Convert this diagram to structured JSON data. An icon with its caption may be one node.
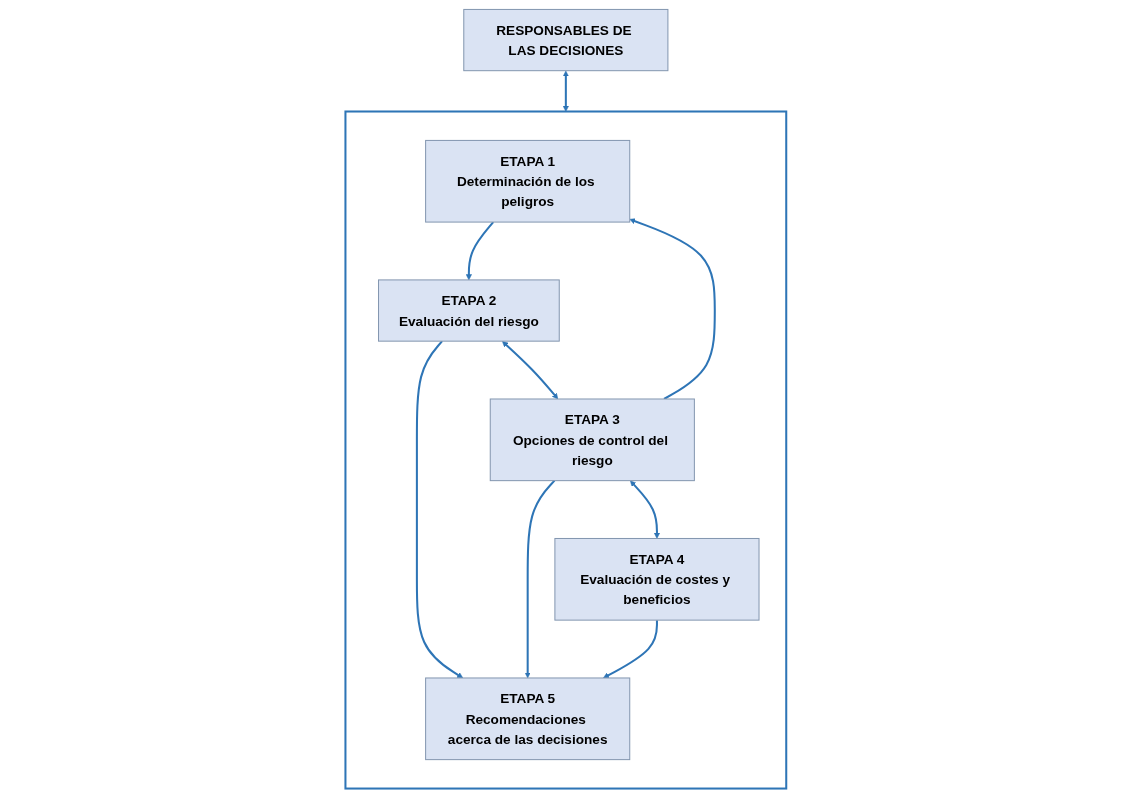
{
  "diagram": {
    "nodes": [
      {
        "text": [
          "RESPONSABLES DE LAS DECISIONES"
        ]
      },
      {
        "text": [],
        "shape": "box"
      },
      {
        "text": [
          "ETAPA 1",
          "Determinación de los peligros"
        ],
        "in": 1
      },
      {
        "text": [
          "ETAPA 2",
          "Evaluación del riesgo"
        ],
        "in": 1
      },
      {
        "text": [
          "ETAPA 5",
          "Recomendaciones acerca de las decisiones"
        ],
        "in": 1
      },
      {
        "text": [
          "ETAPA 3",
          "Opciones de control del riesgo"
        ],
        "in": 1
      },
      {
        "text": [
          "ETAPA 4",
          "Evaluación de costes y beneficios"
        ],
        "in": 1
      }
    ],
    "edges": [
      {
        "from": 0,
        "to": 1,
        "arrow": "both"
      },
      {
        "from": 2,
        "to": 3,
        "arrow": "to"
      },
      {
        "from": 3,
        "to": 4,
        "arrow": "to"
      },
      {
        "from": 3,
        "to": 5,
        "arrow": "both"
      },
      {
        "from": 5,
        "to": 2,
        "arrow": "to"
      },
      {
        "from": 5,
        "to": 4,
        "arrow": "to"
      },
      {
        "from": 5,
        "to": 6,
        "arrow": "both"
      },
      {
        "from": 6,
        "to": 4,
        "arrow": "to"
      }
    ]
  }
}
